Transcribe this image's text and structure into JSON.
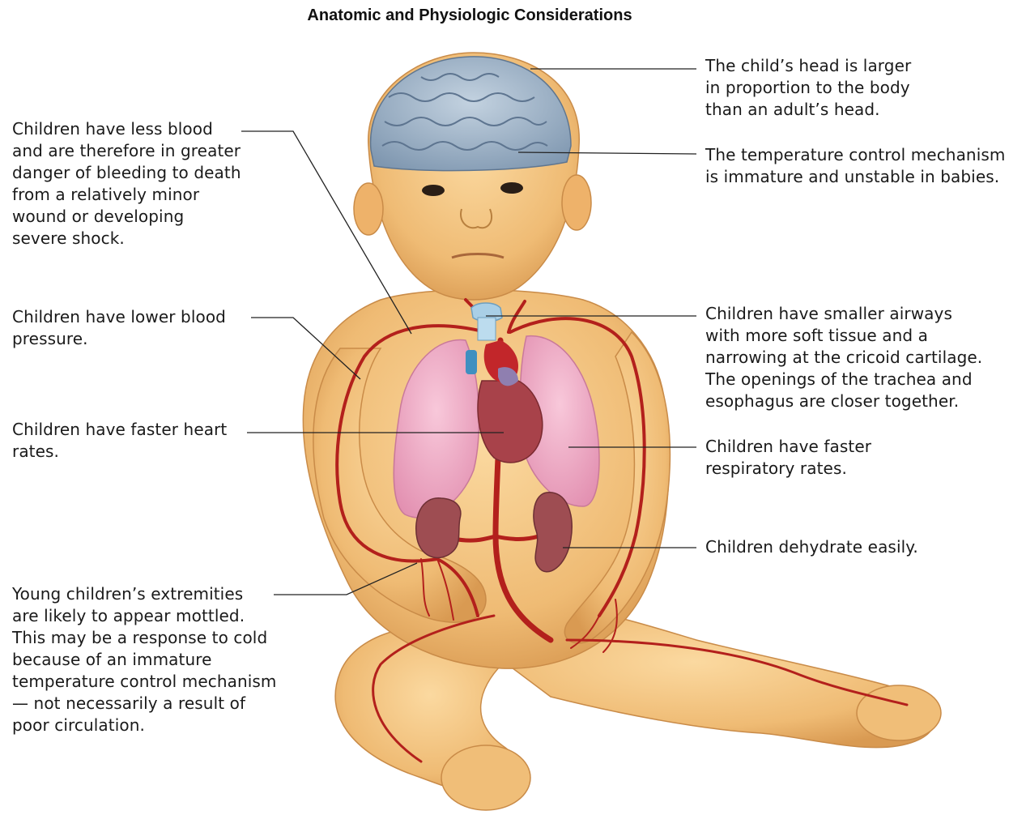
{
  "title": "Anatomic and Physiologic Considerations",
  "annotations": {
    "head_size": "The child’s head is larger\nin proportion to the body\nthan an adult’s head.",
    "temperature": "The temperature control mechanism\nis immature and unstable in babies.",
    "less_blood": "Children have less blood\nand are therefore in greater\ndanger of bleeding to death\nfrom a relatively minor\nwound or developing\nsevere shock.",
    "blood_pressure": "Children have lower blood\npressure.",
    "heart_rate": "Children have faster heart\nrates.",
    "airways": "Children have smaller airways\nwith more soft tissue and a\nnarrowing at the cricoid cartilage.\nThe openings of the trachea and\nesophagus are closer together.",
    "respiratory": "Children have faster\nrespiratory rates.",
    "dehydrate": "Children dehydrate easily.",
    "extremities": "Young children’s extremities\nare likely to appear mottled.\nThis may be a response to cold\nbecause of an immature\ntemperature control mechanism\n— not necessarily a result of\npoor circulation."
  },
  "colors": {
    "skin": "#f2c27e",
    "skin_shade": "#d99a52",
    "brain": "#9fb3c8",
    "artery": "#b3201c",
    "lung": "#f1a9c4",
    "kidney": "#9e4d52",
    "heart": "#a8424a",
    "airway": "#a9cfe6",
    "leader_line": "#222222"
  }
}
